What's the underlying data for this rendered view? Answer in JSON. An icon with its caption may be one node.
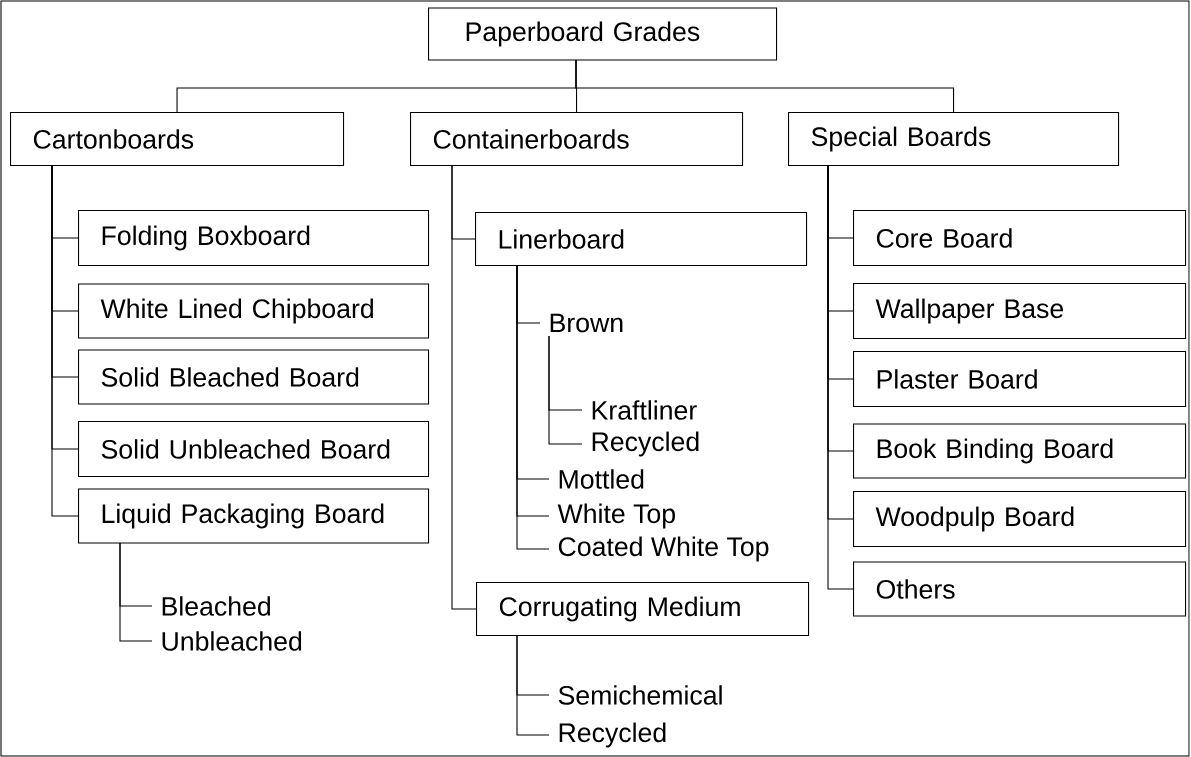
{
  "diagram": {
    "nodes": [
      {
        "text": [
          "Paperboard Grades"
        ]
      },
      {
        "text": [
          "Cartonboards"
        ]
      },
      {
        "text": [
          "Containerboards"
        ]
      },
      {
        "text": [
          "Special Boards"
        ]
      },
      {
        "text": [
          "Folding Boxboard"
        ]
      },
      {
        "text": [
          "White Lined Chipboard"
        ]
      },
      {
        "text": [
          "Solid Bleached Board"
        ]
      },
      {
        "text": [
          "Solid Unbleached Board"
        ]
      },
      {
        "text": [
          "Liquid Packaging Board"
        ]
      },
      {
        "text": [
          "Bleached"
        ]
      },
      {
        "text": [
          "Unbleached"
        ]
      },
      {
        "text": [
          "Linerboard"
        ]
      },
      {
        "text": [
          "Brown"
        ]
      },
      {
        "text": [
          "Kraftliner"
        ]
      },
      {
        "text": [
          "Recycled"
        ]
      },
      {
        "text": [
          "Mottled"
        ]
      },
      {
        "text": [
          "White Top"
        ]
      },
      {
        "text": [
          "Coated White Top"
        ]
      },
      {
        "text": [
          "Corrugating Medium"
        ]
      },
      {
        "text": [
          "Semichemical"
        ]
      },
      {
        "text": [
          "Recycled"
        ]
      },
      {
        "text": [
          "Core Board"
        ]
      },
      {
        "text": [
          "Wallpaper Base"
        ]
      },
      {
        "text": [
          "Plaster Board"
        ]
      },
      {
        "text": [
          "Book Binding Board"
        ]
      },
      {
        "text": [
          "Woodpulp Board"
        ]
      },
      {
        "text": [
          "Others"
        ]
      }
    ],
    "edges": [
      {
        "from": 0,
        "to": 1,
        "arrow": "none"
      },
      {
        "from": 0,
        "to": 2,
        "arrow": "none"
      },
      {
        "from": 0,
        "to": 3,
        "arrow": "none"
      },
      {
        "from": 1,
        "to": 4,
        "arrow": "none"
      },
      {
        "from": 1,
        "to": 5,
        "arrow": "none"
      },
      {
        "from": 1,
        "to": 6,
        "arrow": "none"
      },
      {
        "from": 1,
        "to": 7,
        "arrow": "none"
      },
      {
        "from": 1,
        "to": 8,
        "arrow": "none"
      },
      {
        "from": 8,
        "to": 9,
        "arrow": "none"
      },
      {
        "from": 8,
        "to": 10,
        "arrow": "none"
      },
      {
        "from": 2,
        "to": 11,
        "arrow": "none"
      },
      {
        "from": 2,
        "to": 18,
        "arrow": "none"
      },
      {
        "from": 11,
        "to": 12,
        "arrow": "none"
      },
      {
        "from": 12,
        "to": 13,
        "arrow": "none"
      },
      {
        "from": 12,
        "to": 14,
        "arrow": "none"
      },
      {
        "from": 11,
        "to": 15,
        "arrow": "none"
      },
      {
        "from": 11,
        "to": 16,
        "arrow": "none"
      },
      {
        "from": 11,
        "to": 17,
        "arrow": "none"
      },
      {
        "from": 18,
        "to": 19,
        "arrow": "none"
      },
      {
        "from": 18,
        "to": 20,
        "arrow": "none"
      },
      {
        "from": 3,
        "to": 21,
        "arrow": "none"
      },
      {
        "from": 3,
        "to": 22,
        "arrow": "none"
      },
      {
        "from": 3,
        "to": 23,
        "arrow": "none"
      },
      {
        "from": 3,
        "to": 24,
        "arrow": "none"
      },
      {
        "from": 3,
        "to": 25,
        "arrow": "none"
      },
      {
        "from": 3,
        "to": 26,
        "arrow": "none"
      }
    ]
  }
}
